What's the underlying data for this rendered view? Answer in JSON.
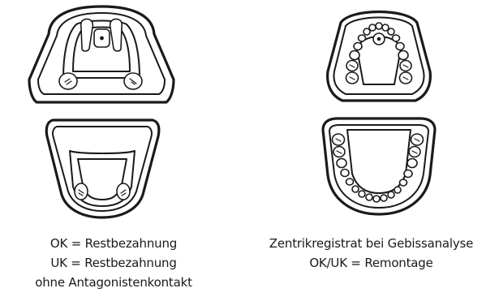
{
  "captions": {
    "left": [
      "OK = Restbezahnung",
      "UK = Restbezahnung",
      "ohne Antagonistenkontakt"
    ],
    "right": [
      "Zentrikregistrat bei Gebissanalyse",
      "OK/UK = Remontage"
    ]
  },
  "illustrations": [
    {
      "name": "oberkiefer-restbezahnung",
      "arch": "upper",
      "dentition": "partial"
    },
    {
      "name": "unterkiefer-restbezahnung",
      "arch": "lower",
      "dentition": "partial"
    },
    {
      "name": "oberkiefer-vollbezahnung",
      "arch": "upper",
      "dentition": "full"
    },
    {
      "name": "unterkiefer-vollbezahnung",
      "arch": "lower",
      "dentition": "full"
    }
  ],
  "colors": {
    "ink": "#1a1a1a",
    "background": "#ffffff"
  }
}
